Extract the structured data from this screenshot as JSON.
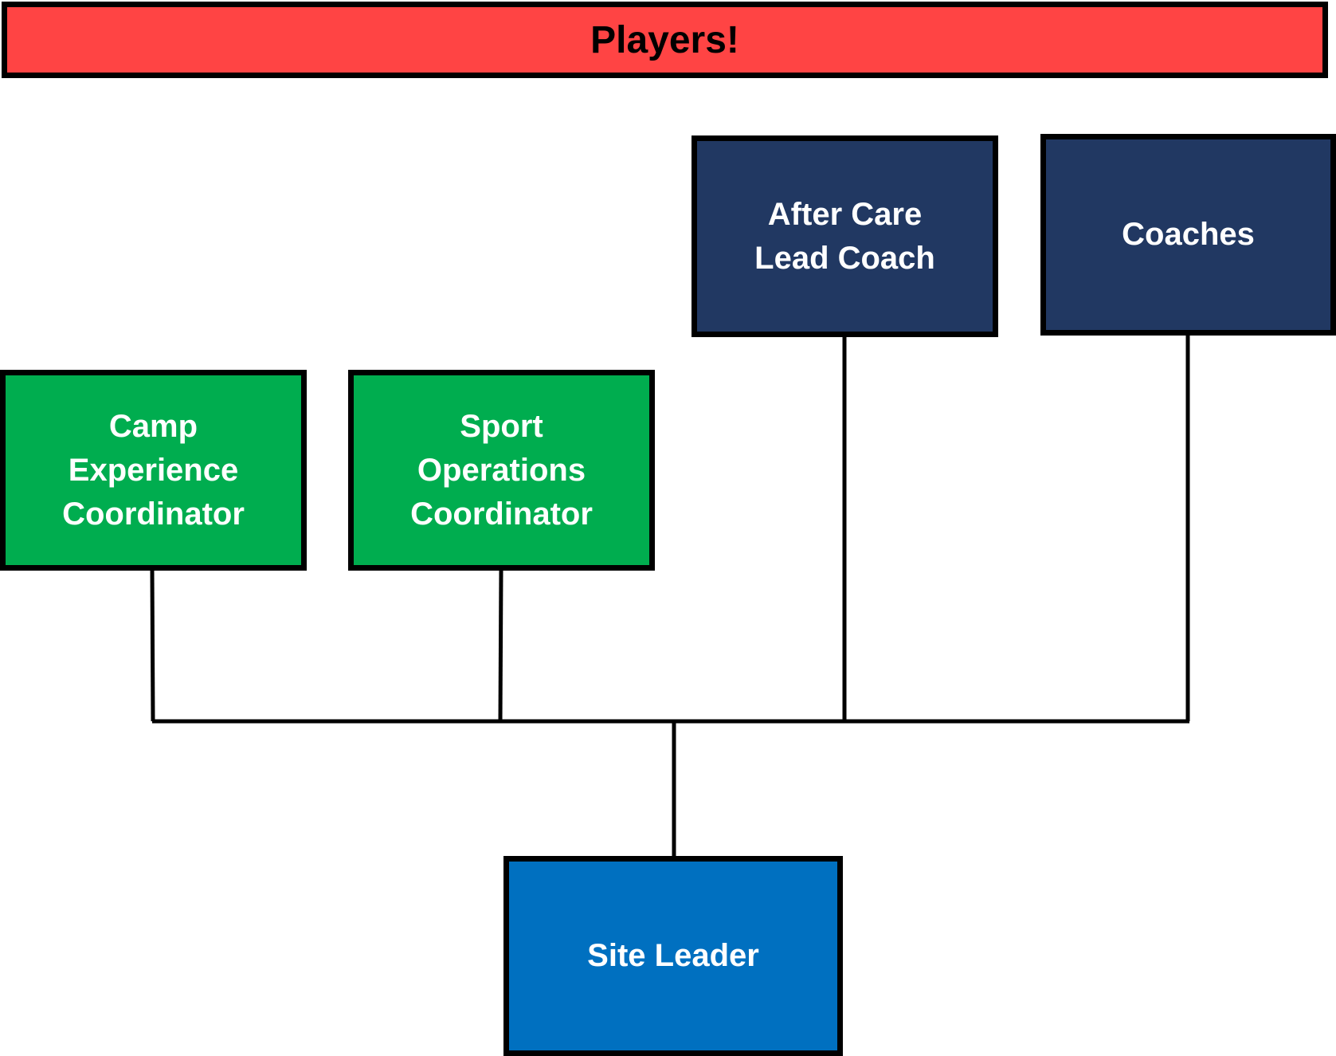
{
  "banner": {
    "title": "Players!",
    "color": "#ff4444"
  },
  "nodes": {
    "camp": {
      "label": "Camp\nExperience\nCoordinator",
      "color": "#00ad4f"
    },
    "sport": {
      "label": "Sport\nOperations\nCoordinator",
      "color": "#00ad4f"
    },
    "after_care": {
      "label": "After Care\nLead Coach",
      "color": "#213862"
    },
    "coaches": {
      "label": "Coaches",
      "color": "#213862"
    },
    "site_leader": {
      "label": "Site Leader",
      "color": "#0070c0"
    }
  },
  "line_color": "#000000"
}
